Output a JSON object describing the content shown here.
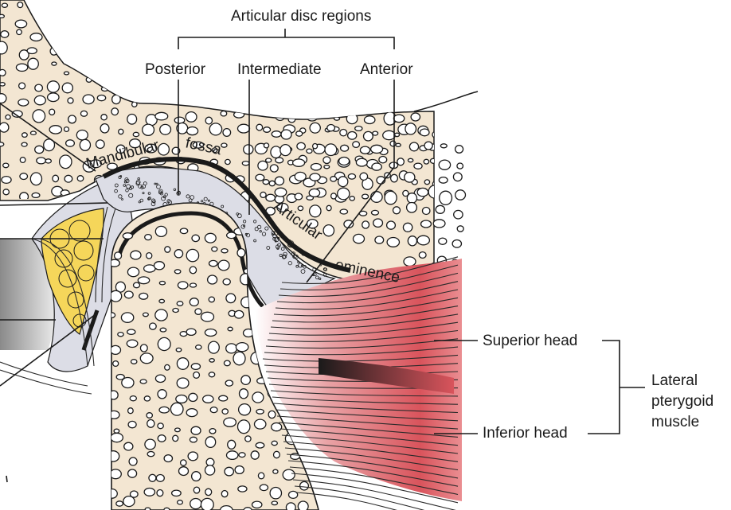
{
  "labels": {
    "header": "Articular disc regions",
    "posterior": "Posterior",
    "intermediate": "Intermediate",
    "anterior": "Anterior",
    "mandibular": "Mandibular",
    "fossa": "fossa",
    "articular": "Articular",
    "eminence": "eminence",
    "superior_head": "Superior head",
    "inferior_head": "Inferior head",
    "lateral_line1": "Lateral",
    "lateral_line2": "pterygoid",
    "lateral_line3": "muscle"
  },
  "colors": {
    "bone": "#f3e6d2",
    "disc": "#dcdde6",
    "fat": "#f5d65a",
    "muscle": "#d9545c",
    "tendon": "#1a1a1a"
  }
}
